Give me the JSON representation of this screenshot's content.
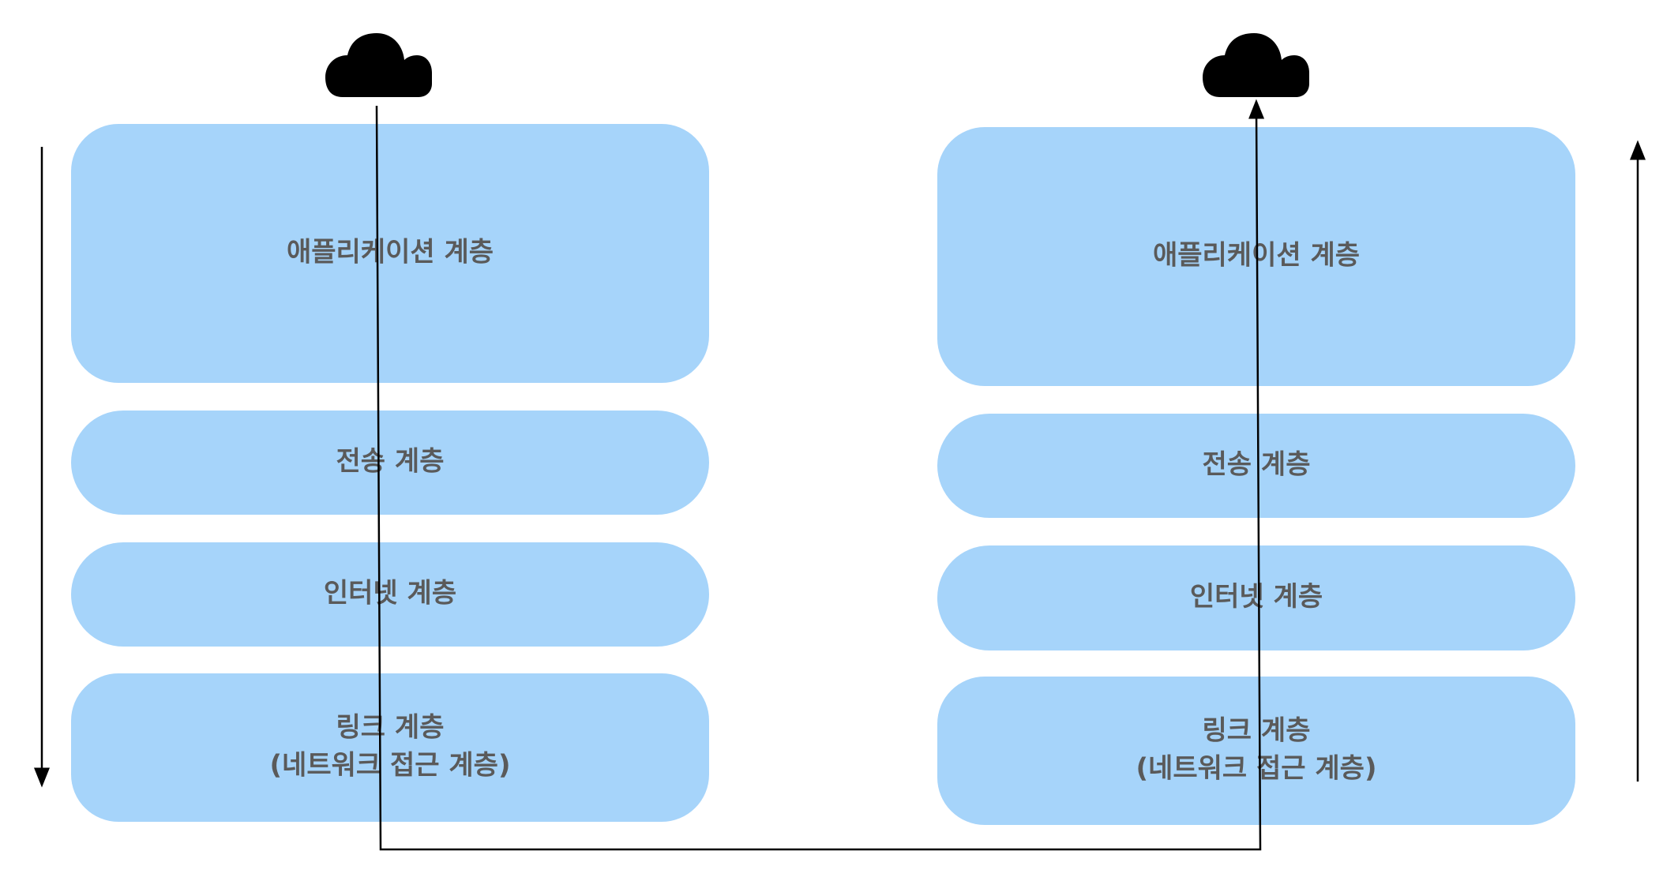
{
  "stacks": [
    {
      "direction": "down",
      "layers": [
        {
          "lines": [
            "애플리케이션 계층"
          ]
        },
        {
          "lines": [
            "전송 계층"
          ]
        },
        {
          "lines": [
            "인터넷 계층"
          ]
        },
        {
          "lines": [
            "링크 계층",
            "(네트워크 접근 계층)"
          ]
        }
      ]
    },
    {
      "direction": "up",
      "layers": [
        {
          "lines": [
            "애플리케이션 계층"
          ]
        },
        {
          "lines": [
            "전송 계층"
          ]
        },
        {
          "lines": [
            "인터넷 계층"
          ]
        },
        {
          "lines": [
            "링크 계층",
            "(네트워크 접근 계층)"
          ]
        }
      ]
    }
  ],
  "icons": [
    "cloud-icon",
    "cloud-icon"
  ],
  "colors": {
    "layer_fill": "#a6d4fa",
    "text": "#5a5a5a",
    "line": "#000000"
  }
}
